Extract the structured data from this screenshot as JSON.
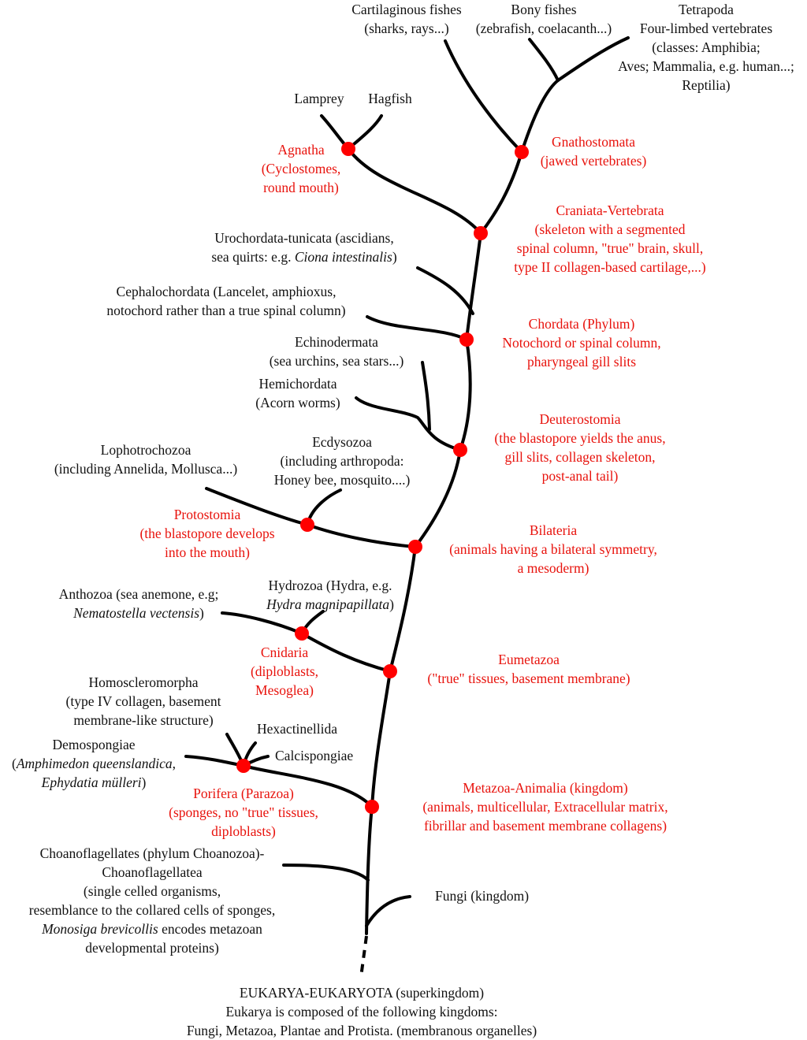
{
  "colors": {
    "branch": "#000000",
    "node": "#ff0000",
    "clade_text": "#e8120c",
    "taxon_text": "#111111"
  },
  "leaves": {
    "cartilaginous": [
      "Cartilaginous fishes",
      "(sharks, rays...)"
    ],
    "bony": [
      "Bony fishes",
      "(zebrafish, coelacanth...)"
    ],
    "tetrapoda": [
      "Tetrapoda",
      "Four-limbed vertebrates",
      "(classes: Amphibia;",
      "Aves; Mammalia, e.g. human...;",
      "Reptilia)"
    ],
    "lamprey": "Lamprey",
    "hagfish": "Hagfish",
    "urochordata": {
      "line1": "Urochordata-tunicata (ascidians,",
      "line2_pre": "sea quirts: e.g. ",
      "line2_italic": "Ciona intestinalis",
      "line2_post": ")"
    },
    "cephalochordata": [
      "Cephalochordata (Lancelet, amphioxus,",
      "notochord rather than a true spinal column)"
    ],
    "echinodermata": [
      "Echinodermata",
      "(sea urchins, sea stars...)"
    ],
    "hemichordata": [
      "Hemichordata",
      "(Acorn worms)"
    ],
    "lophotrochozoa": [
      "Lophotrochozoa",
      "(including Annelida, Mollusca...)"
    ],
    "ecdysozoa": [
      "Ecdysozoa",
      "(including arthropoda:",
      "Honey bee, mosquito....)"
    ],
    "anthozoa": {
      "line1": "Anthozoa (sea anemone, e.g;",
      "line2_italic": "Nematostella vectensis",
      "line2_post": ")"
    },
    "hydrozoa": {
      "line1": "Hydrozoa (Hydra, e.g.",
      "line2_italic": "Hydra magnipapillata",
      "line2_post": ")"
    },
    "homoscleromorpha": [
      "Homoscleromorpha",
      "(type IV collagen, basement",
      "membrane-like structure)"
    ],
    "hexactinellida": "Hexactinellida",
    "calcispongiae": "Calcispongiae",
    "demospongiae": {
      "line1": "Demospongiae",
      "line2_pre": "(",
      "line2_italic": "Amphimedon queenslandica",
      "line2_post": ",",
      "line3_italic": "Ephydatia mülleri",
      "line3_post": ")"
    },
    "choanoflagellates": {
      "line1": "Choanoflagellates (phylum Choanozoa)-",
      "line2": "Choanoflagellatea",
      "line3": "(single celled organisms,",
      "line4": "resemblance to the collared cells of sponges,",
      "line5_italic": "Monosiga brevicollis",
      "line5_post": " encodes metazoan",
      "line6": "developmental proteins)"
    },
    "fungi": "Fungi (kingdom)"
  },
  "clades": {
    "agnatha": [
      "Agnatha",
      "(Cyclostomes,",
      "round mouth)"
    ],
    "gnathostomata": [
      "Gnathostomata",
      "(jawed vertebrates)"
    ],
    "craniata": [
      "Craniata-Vertebrata",
      "(skeleton with a segmented",
      "spinal column, \"true\" brain, skull,",
      "type II collagen-based cartilage,...)"
    ],
    "chordata": [
      "Chordata (Phylum)",
      "Notochord or spinal column,",
      "pharyngeal gill slits"
    ],
    "deuterostomia": [
      "Deuterostomia",
      "(the blastopore yields the anus,",
      "gill slits, collagen skeleton,",
      "post-anal tail)"
    ],
    "protostomia": [
      "Protostomia",
      "(the blastopore develops",
      "into the mouth)"
    ],
    "bilateria": [
      "Bilateria",
      "(animals having a bilateral symmetry,",
      "a mesoderm)"
    ],
    "cnidaria": [
      "Cnidaria",
      "(diploblasts,",
      "Mesoglea)"
    ],
    "eumetazoa": [
      "Eumetazoa",
      "(\"true\" tissues, basement membrane)"
    ],
    "porifera": [
      "Porifera (Parazoa)",
      "(sponges, no \"true\" tissues,",
      "diploblasts)"
    ],
    "metazoa": [
      "Metazoa-Animalia (kingdom)",
      "(animals, multicellular, Extracellular matrix,",
      "fibrillar and basement membrane collagens)"
    ]
  },
  "root": [
    "EUKARYA-EUKARYOTA (superkingdom)",
    "Eukarya is composed of the following kingdoms:",
    "Fungi, Metazoa, Plantae and Protista. (membranous organelles)"
  ]
}
